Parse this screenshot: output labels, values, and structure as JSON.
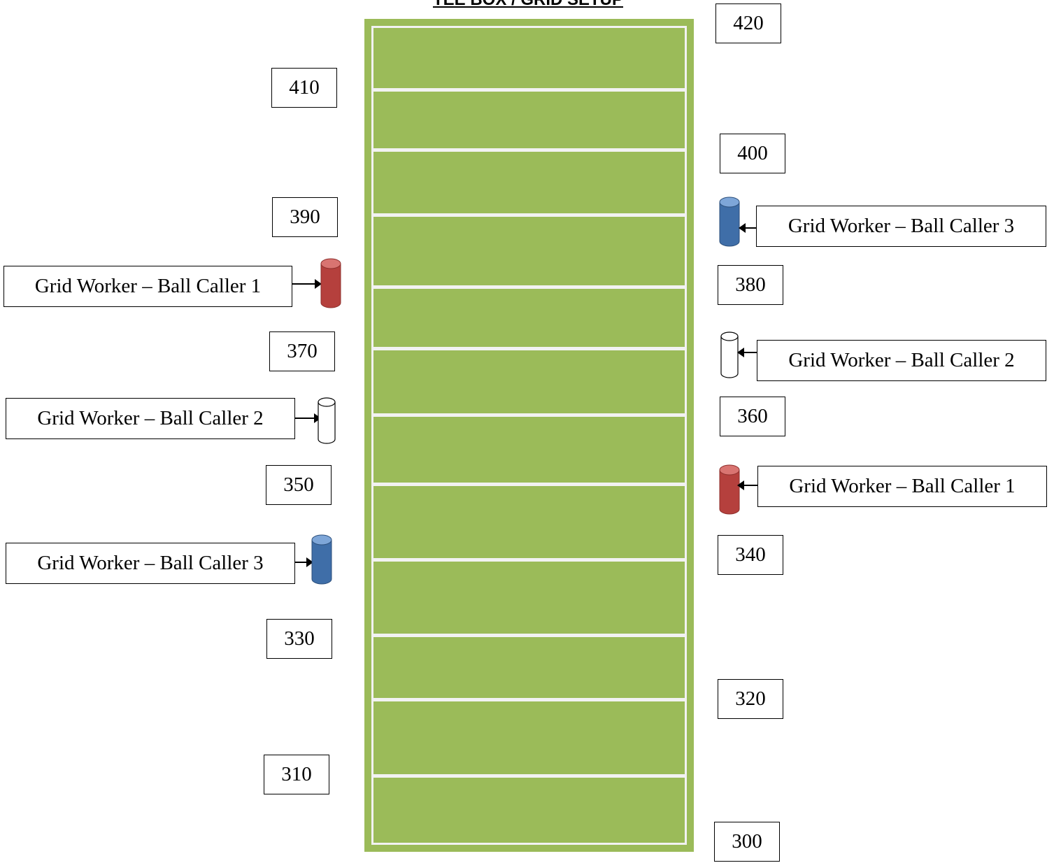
{
  "title": "TEE BOX / GRID SETUP",
  "colors": {
    "grass": "#9bbb59",
    "line": "#f2f2f2",
    "red": "#c0504d",
    "blue": "#4f81bd",
    "white": "#ffffff"
  },
  "yardages": {
    "y420": "420",
    "y410": "410",
    "y400": "400",
    "y390": "390",
    "y380": "380",
    "y370": "370",
    "y360": "360",
    "y350": "350",
    "y340": "340",
    "y330": "330",
    "y320": "320",
    "y310": "310",
    "y300": "300"
  },
  "workers": {
    "left_1": "Grid Worker – Ball Caller 1",
    "left_2": "Grid Worker – Ball Caller 2",
    "left_3": "Grid Worker – Ball Caller 3",
    "right_3": "Grid Worker – Ball Caller 3",
    "right_2": "Grid Worker – Ball Caller 2",
    "right_1": "Grid Worker – Ball Caller 1"
  },
  "markers": {
    "left_1": "red",
    "left_2": "white",
    "left_3": "blue",
    "right_3": "blue",
    "right_2": "white",
    "right_1": "red"
  }
}
